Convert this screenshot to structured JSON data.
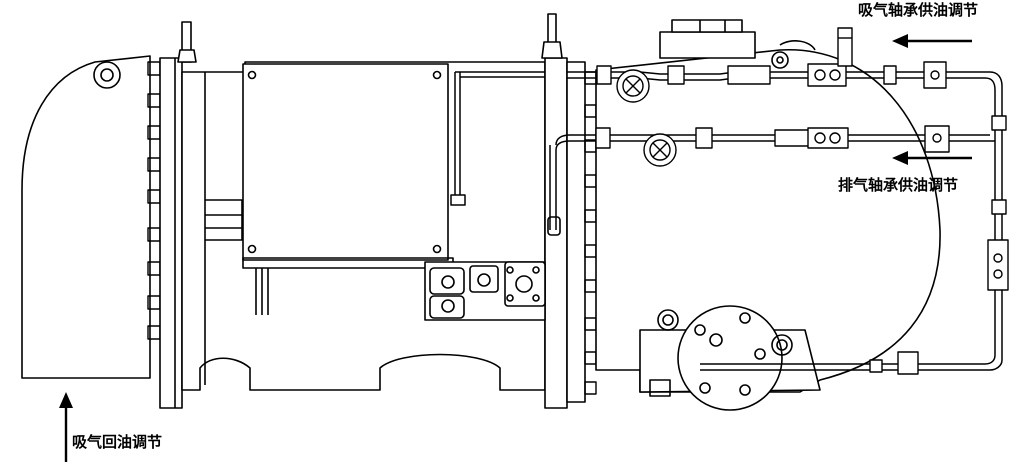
{
  "labels": {
    "suction_bearing_oil": "吸气轴承供油调节",
    "discharge_bearing_oil": "排气轴承供油调节",
    "suction_return_oil": "吸气回油调节"
  },
  "colors": {
    "line": "#000000",
    "background": "#ffffff",
    "housing_fill": "#ffffff"
  }
}
